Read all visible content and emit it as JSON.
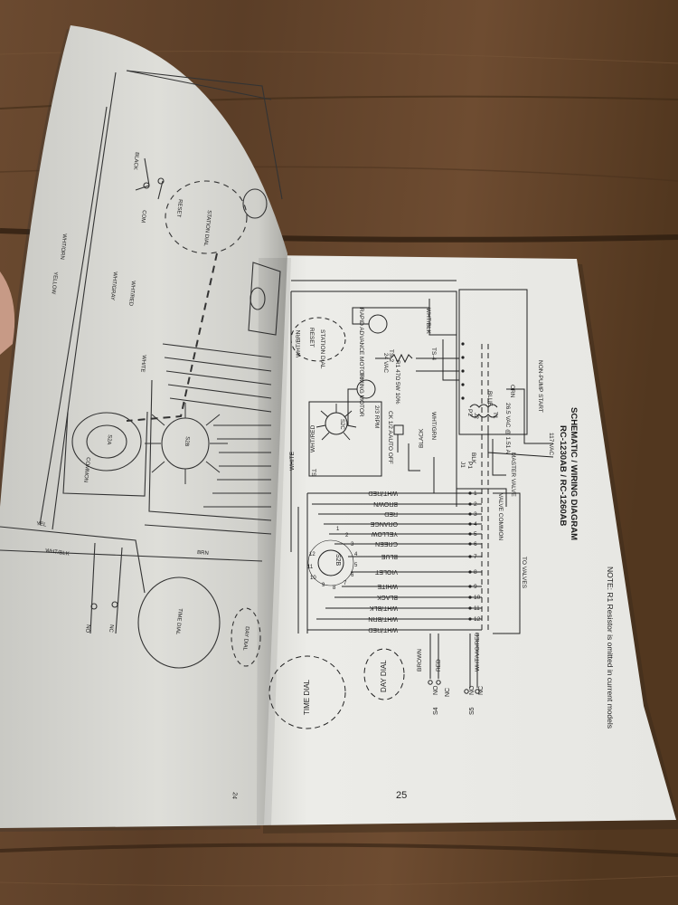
{
  "diagram": {
    "caption_title": "SCHEMATIC / WIRING DIAGRAM",
    "caption_models": "RC-1230AB / RC-1260AB",
    "note": "NOTE: R1 Resistor is omitted in current models",
    "page_number": "25",
    "to_valves": "TO VALVES",
    "valve_common": "VALVE COMMON",
    "master_valve": "MASTER VALVE",
    "pump_start": "NON-PUMP START",
    "time_dial": "TIME DIAL",
    "day_dial": "DAY DIAL",
    "reset": "RESET",
    "station_dial": "STATION DIAL",
    "rapid_advance_motor": "RAPID ADVANCE MOTOR",
    "timing_motor": "TIMING MOTOR",
    "s2b": "S2B",
    "s2c": "S2C",
    "s4": "S4",
    "s5": "S5",
    "no": "NO",
    "nc": "NC",
    "vac_117": "117 VAC",
    "vac_26": "26.5 VAC @ 1.51 A",
    "vac_24": "24 VAC",
    "rpm": "2/3 RPM",
    "ck": "CK 1/2 A",
    "auto_off": "AUTO OFF",
    "r1": "R1 47Ω 5W 10%",
    "j1": "J1",
    "j2": "J2",
    "p1": "P1",
    "p2": "P2",
    "t1": "T1",
    "ts2": "TS-2",
    "ts4": "TS-4",
    "ts5": "TS",
    "wire_labels": [
      "WHT/RED",
      "BROWN",
      "RED",
      "ORANGE",
      "YELLOW",
      "GREEN",
      "BLUE",
      "VIOLET",
      "WHITE",
      "BLACK",
      "WHT/BLK",
      "WHT/BRN",
      "WHT/RED"
    ],
    "terminal_numbers": [
      "1",
      "2",
      "3",
      "4",
      "5",
      "6",
      "7",
      "8",
      "9",
      "10",
      "11",
      "12"
    ],
    "side_labels": {
      "white": "WHITE",
      "brown": "BROWN",
      "red": "RED",
      "wht_vio_red": "WHT/VIO/RED",
      "wht_brn": "WHT/BRN",
      "wht_red": "WHT/RED",
      "wht_blk": "WHT/BLK",
      "black": "BLACK",
      "blk": "BLK",
      "blue": "BLUE",
      "orn": "ORN",
      "wht_grn": "WHT/GRN"
    },
    "left_page": {
      "black": "BLACK",
      "com": "COM",
      "white": "WHITE",
      "wht_gray": "WHT/GRAY",
      "wht_red": "WHT/RED",
      "wht_orn": "WHT/ORN",
      "yellow": "YELLOW",
      "common": "COMMON",
      "s2a": "S2A",
      "s2b": "S2B",
      "wht_blk": "WHT/BLK",
      "yel": "YEL",
      "brn": "BRN",
      "reset": "RESET",
      "station_dial": "STATION DIAL",
      "time_dial": "TIME DIAL",
      "day_dial": "DAY DIAL",
      "no": "NO",
      "nc": "NC",
      "page_number": "24"
    }
  }
}
